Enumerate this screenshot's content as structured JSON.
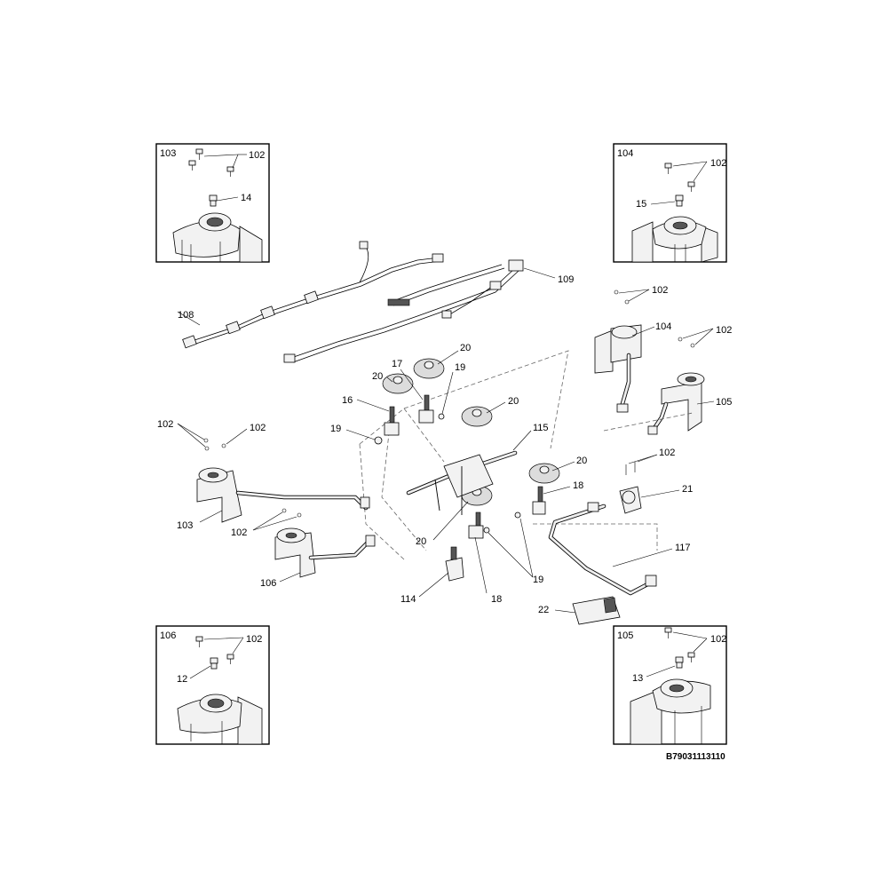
{
  "drawing_id": "B79031113110",
  "inset_boxes": [
    {
      "name": "inset-103",
      "label": "103",
      "callouts": [
        "102",
        "14"
      ]
    },
    {
      "name": "inset-104",
      "label": "104",
      "callouts": [
        "102",
        "15"
      ]
    },
    {
      "name": "inset-106",
      "label": "106",
      "callouts": [
        "102",
        "12"
      ]
    },
    {
      "name": "inset-105",
      "label": "105",
      "callouts": [
        "102",
        "13"
      ]
    }
  ],
  "callouts": [
    {
      "label": "108"
    },
    {
      "label": "109"
    },
    {
      "label": "102"
    },
    {
      "label": "104"
    },
    {
      "label": "102"
    },
    {
      "label": "105"
    },
    {
      "label": "20"
    },
    {
      "label": "17"
    },
    {
      "label": "19"
    },
    {
      "label": "20"
    },
    {
      "label": "16"
    },
    {
      "label": "20"
    },
    {
      "label": "19"
    },
    {
      "label": "115"
    },
    {
      "label": "102"
    },
    {
      "label": "102"
    },
    {
      "label": "20"
    },
    {
      "label": "102"
    },
    {
      "label": "18"
    },
    {
      "label": "21"
    },
    {
      "label": "103"
    },
    {
      "label": "102"
    },
    {
      "label": "20"
    },
    {
      "label": "117"
    },
    {
      "label": "106"
    },
    {
      "label": "19"
    },
    {
      "label": "114"
    },
    {
      "label": "18"
    },
    {
      "label": "22"
    }
  ]
}
